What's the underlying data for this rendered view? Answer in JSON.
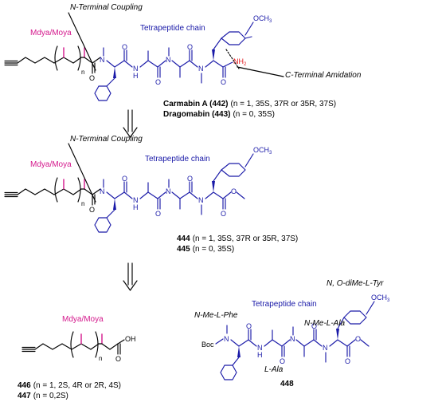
{
  "scheme": {
    "top": {
      "n_terminal_coupling": "N-Terminal Coupling",
      "c_terminal_amidation": "C-Terminal Amidation",
      "tetrapeptide_chain": "Tetrapeptide chain",
      "mdya_moya": "Mdya/Moya",
      "och3": "OCH",
      "och3_sub": "3",
      "nh2": "NH",
      "nh2_sub": "2",
      "compound1_name": "Carmabin A (442)",
      "compound1_cond": "(n = 1, 35S, 37R or 35R, 37S)",
      "compound2_name": "Dragomabin (443)",
      "compound2_cond": "(n = 0,  35S)",
      "n_sub": "n"
    },
    "middle": {
      "n_terminal_coupling": "N-Terminal Coupling",
      "tetrapeptide_chain": "Tetrapeptide chain",
      "mdya_moya": "Mdya/Moya",
      "och3": "OCH",
      "och3_sub": "3",
      "compound1_num": "444",
      "compound1_cond": "(n = 1, 35S, 37R or 35R, 37S)",
      "compound2_num": "445",
      "compound2_cond": "(n = 0,  35S)",
      "n_sub": "n"
    },
    "bottom_left": {
      "mdya_moya": "Mdya/Moya",
      "oh": "OH",
      "n_sub": "n",
      "compound1_num": "446",
      "compound1_cond": "(n = 1, 2S, 4R or 2R, 4S)",
      "compound2_num": "447",
      "compound2_cond": "(n = 0,2S)"
    },
    "bottom_right": {
      "tetrapeptide_chain": "Tetrapeptide chain",
      "n_me_l_phe": "N-Me-L-Phe",
      "l_ala": "L-Ala",
      "n_me_l_ala": "N-Me-L-Ala",
      "n_o_dime_l_tyr": "N, O-diMe-L-Tyr",
      "boc": "Boc",
      "och3": "OCH",
      "och3_sub": "3",
      "compound_num": "448"
    },
    "atoms": {
      "N": "N",
      "H": "H",
      "O": "O"
    }
  }
}
